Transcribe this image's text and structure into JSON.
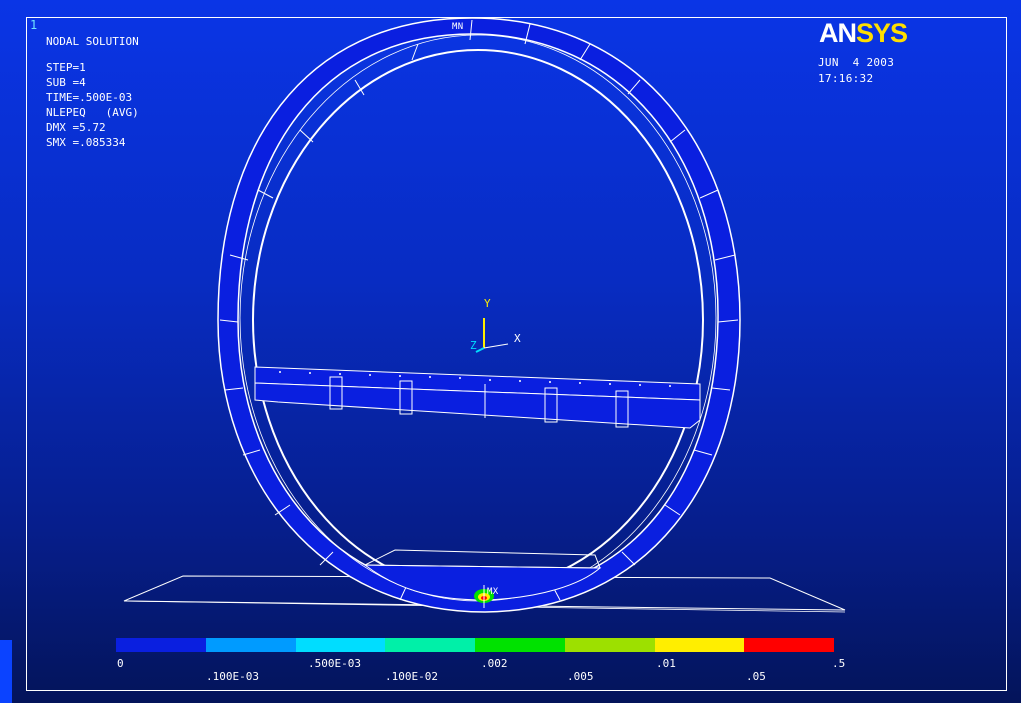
{
  "window_number": "1",
  "header": {
    "title": "NODAL SOLUTION",
    "lines": [
      "STEP=1",
      "SUB =4",
      "TIME=.500E-03",
      "NLEPEQ   (AVG)",
      "DMX =5.72",
      "SMX =.085334"
    ]
  },
  "logo": {
    "an": "AN",
    "sys": "SYS"
  },
  "date": "JUN  4 2003",
  "time": "17:16:32",
  "markers": {
    "min": "MN",
    "max": "MX"
  },
  "axes": {
    "x": "X",
    "y": "Y",
    "z": "Z"
  },
  "legend": {
    "colors": [
      "#0a1fe0",
      "#009bff",
      "#00ddff",
      "#00f0a8",
      "#00e200",
      "#9de000",
      "#ffee00",
      "#ff0000"
    ],
    "top_labels": [
      "0",
      ".500E-03",
      ".002",
      ".01",
      ".5"
    ],
    "bottom_labels": [
      ".100E-03",
      ".100E-02",
      ".005",
      ".05"
    ]
  }
}
